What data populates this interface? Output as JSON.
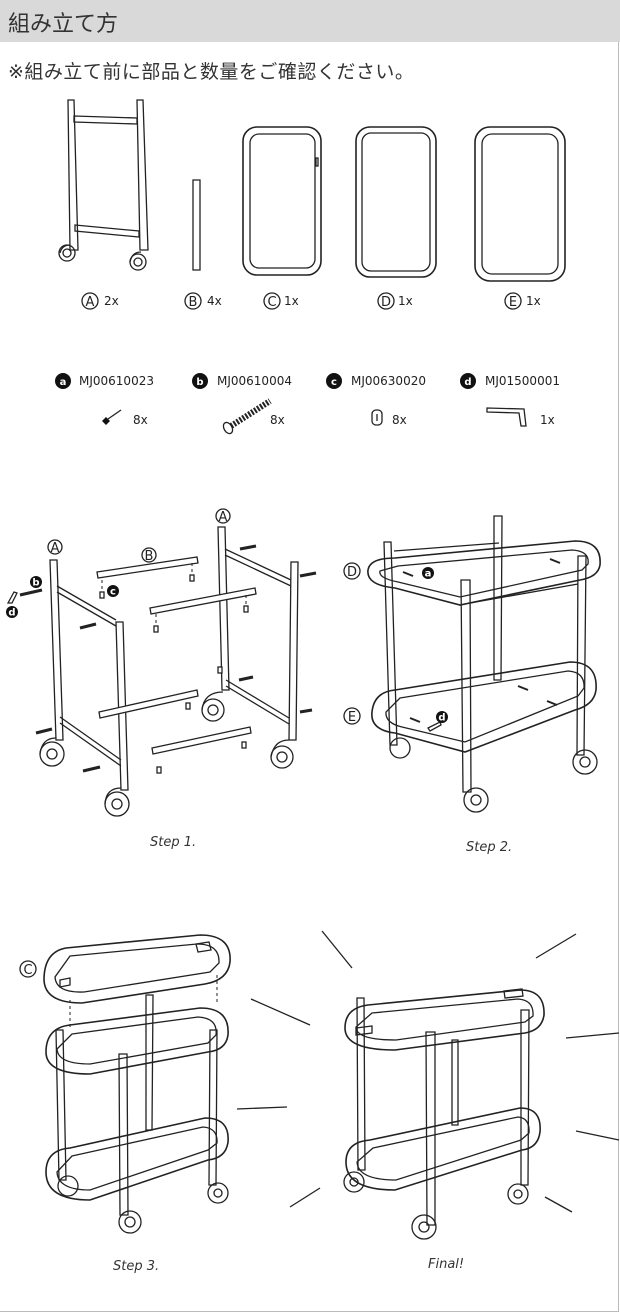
{
  "header": {
    "title": "組み立て方"
  },
  "note": "※組み立て前に部品と数量をご確認ください。",
  "parts": [
    {
      "letter": "A",
      "qty": "2x"
    },
    {
      "letter": "B",
      "qty": "4x"
    },
    {
      "letter": "C",
      "qty": "1x"
    },
    {
      "letter": "D",
      "qty": "1x"
    },
    {
      "letter": "E",
      "qty": "1x"
    }
  ],
  "hardware": [
    {
      "letter": "a",
      "code": "MJ00610023",
      "qty": "8x",
      "icon": "short-screw-icon"
    },
    {
      "letter": "b",
      "code": "MJ00610004",
      "qty": "8x",
      "icon": "long-bolt-icon"
    },
    {
      "letter": "c",
      "code": "MJ00630020",
      "qty": "8x",
      "icon": "barrel-nut-icon"
    },
    {
      "letter": "d",
      "code": "MJ01500001",
      "qty": "1x",
      "icon": "allen-key-icon"
    }
  ],
  "step1": {
    "caption": "Step 1.",
    "labels": {
      "a_left": "A",
      "a_right": "A",
      "b": "B",
      "hw_b": "b",
      "hw_c": "c",
      "hw_d": "d"
    }
  },
  "step2": {
    "caption": "Step 2.",
    "labels": {
      "d": "D",
      "e": "E",
      "hw_a": "a",
      "hw_d": "d"
    }
  },
  "step3": {
    "caption": "Step 3.",
    "labels": {
      "c": "C"
    }
  },
  "final": {
    "caption": "Final!"
  }
}
